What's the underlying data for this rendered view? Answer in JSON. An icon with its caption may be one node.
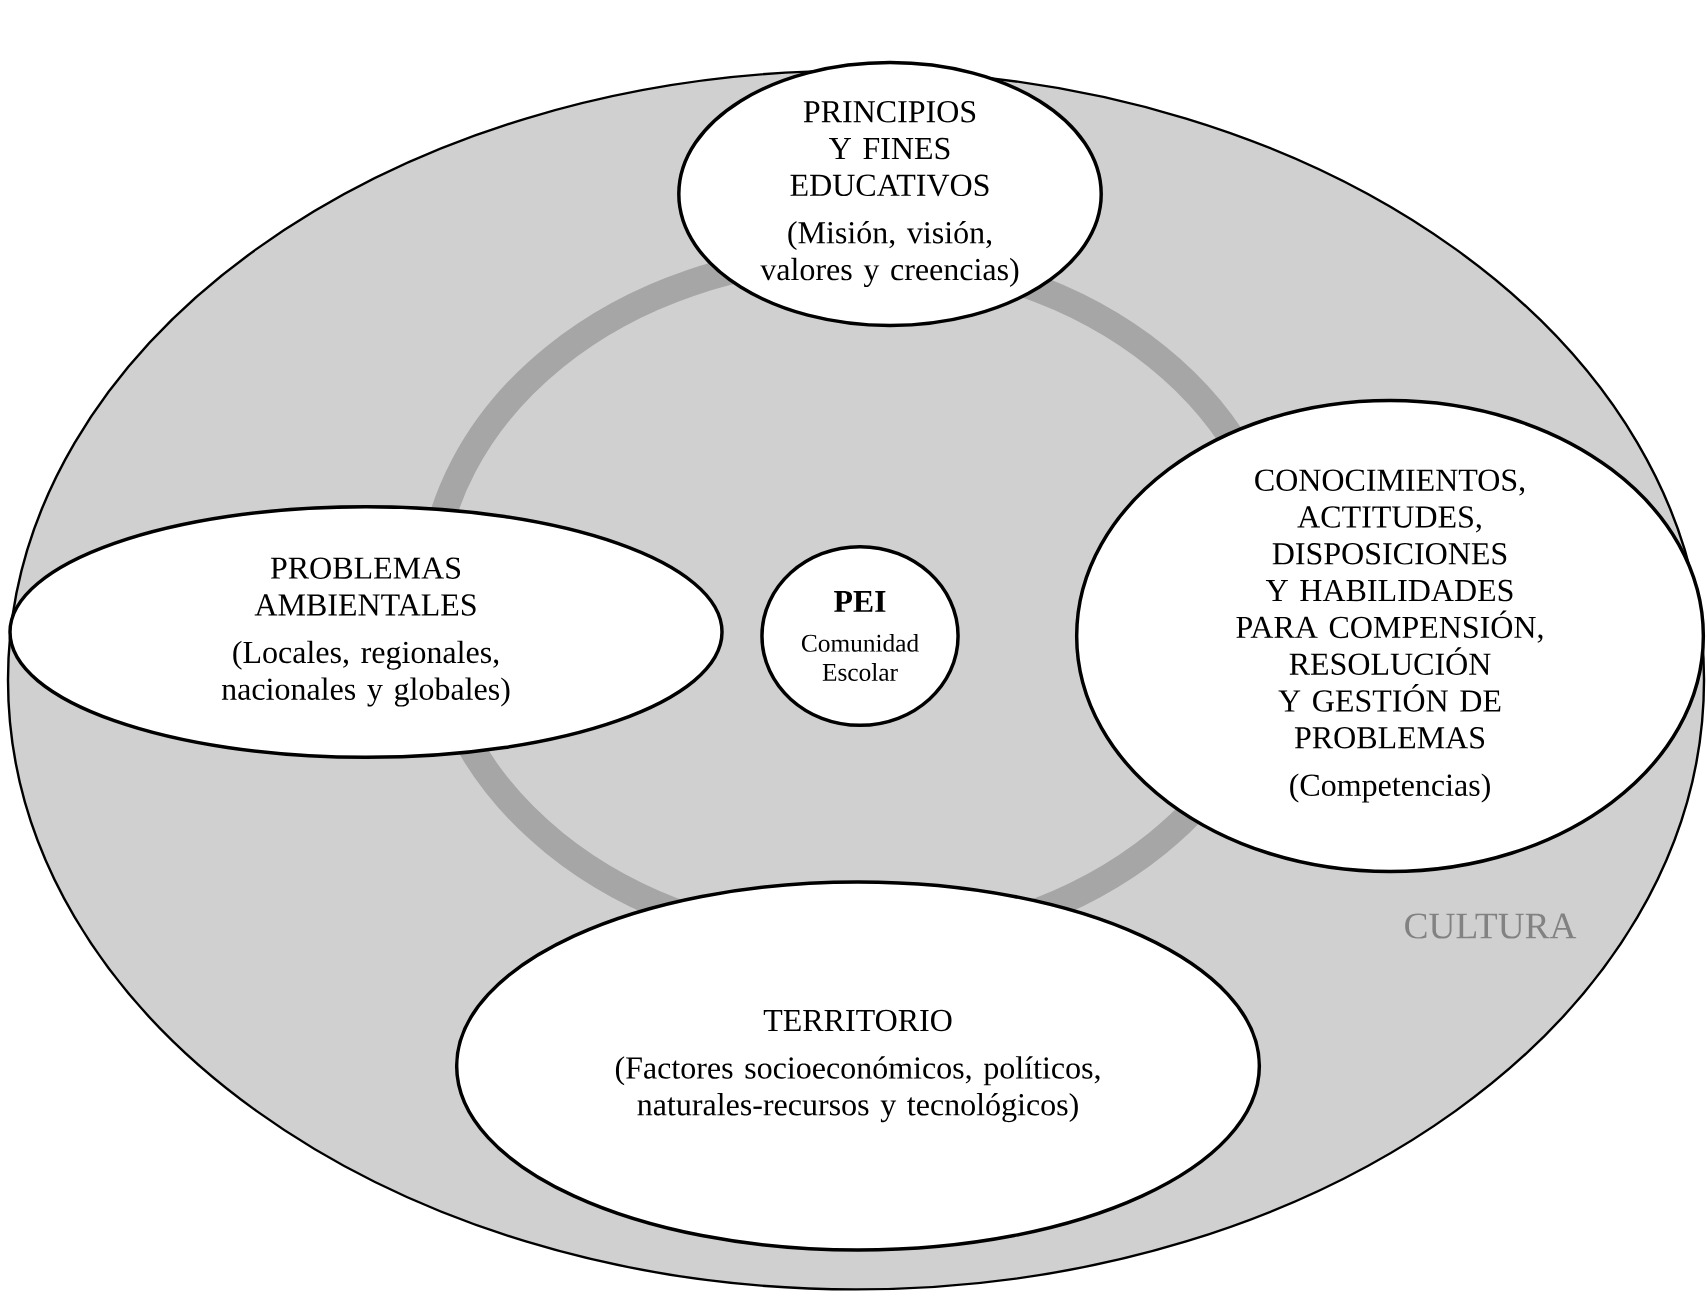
{
  "diagram": {
    "nodes": [
      {
        "text": [
          "CULTURA"
        ]
      },
      {
        "text": [
          "PRINCIPIOS Y FINES EDUCATIVOS",
          "(Misión, visión, valores y creencias)"
        ],
        "in": 0
      },
      {
        "text": [
          "PROBLEMAS AMBIENTALES",
          "(Locales, regionales, nacionales y globales)"
        ],
        "in": 0
      },
      {
        "text": [
          "PEI",
          "Comunidad Escolar"
        ],
        "in": 0
      },
      {
        "text": [
          "CONOCIMIENTOS, ACTITUDES, DISPOSICIONES Y HABILIDADES PARA COMPENSIÓN, RESOLUCIÓN Y GESTIÓN DE PROBLEMAS",
          "(Competencias)"
        ],
        "in": 0
      },
      {
        "text": [
          "TERRITORIO",
          "(Factores socioeconómicos, políticos, naturales-recursos y tecnológicos)"
        ],
        "in": 0
      }
    ]
  }
}
